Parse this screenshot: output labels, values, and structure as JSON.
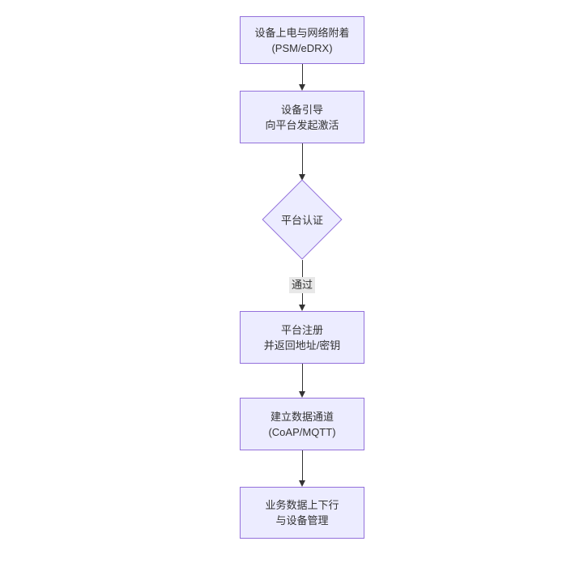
{
  "theme": {
    "canvas_bg": "#ffffff",
    "node_fill": "#ececff",
    "node_border": "#9370db",
    "node_text": "#333333",
    "edge_color": "#333333",
    "edge_label_bg": "#e8e8e8"
  },
  "diagram": {
    "type": "flowchart",
    "direction": "top-down"
  },
  "nodes": [
    {
      "id": "A",
      "shape": "rect",
      "lines": [
        "设备上电与网络附着",
        "(PSM/eDRX)"
      ]
    },
    {
      "id": "B",
      "shape": "rect",
      "lines": [
        "设备引导",
        "向平台发起激活"
      ]
    },
    {
      "id": "C",
      "shape": "diamond",
      "lines": [
        "平台认证"
      ]
    },
    {
      "id": "D",
      "shape": "rect",
      "lines": [
        "平台注册",
        "并返回地址/密钥"
      ]
    },
    {
      "id": "E",
      "shape": "rect",
      "lines": [
        "建立数据通道",
        "(CoAP/MQTT)"
      ]
    },
    {
      "id": "F",
      "shape": "rect",
      "lines": [
        "业务数据上下行",
        "与设备管理"
      ]
    }
  ],
  "edges": [
    {
      "from": "A",
      "to": "B",
      "label": ""
    },
    {
      "from": "B",
      "to": "C",
      "label": ""
    },
    {
      "from": "C",
      "to": "D",
      "label": "通过"
    },
    {
      "from": "D",
      "to": "E",
      "label": ""
    },
    {
      "from": "E",
      "to": "F",
      "label": ""
    }
  ]
}
